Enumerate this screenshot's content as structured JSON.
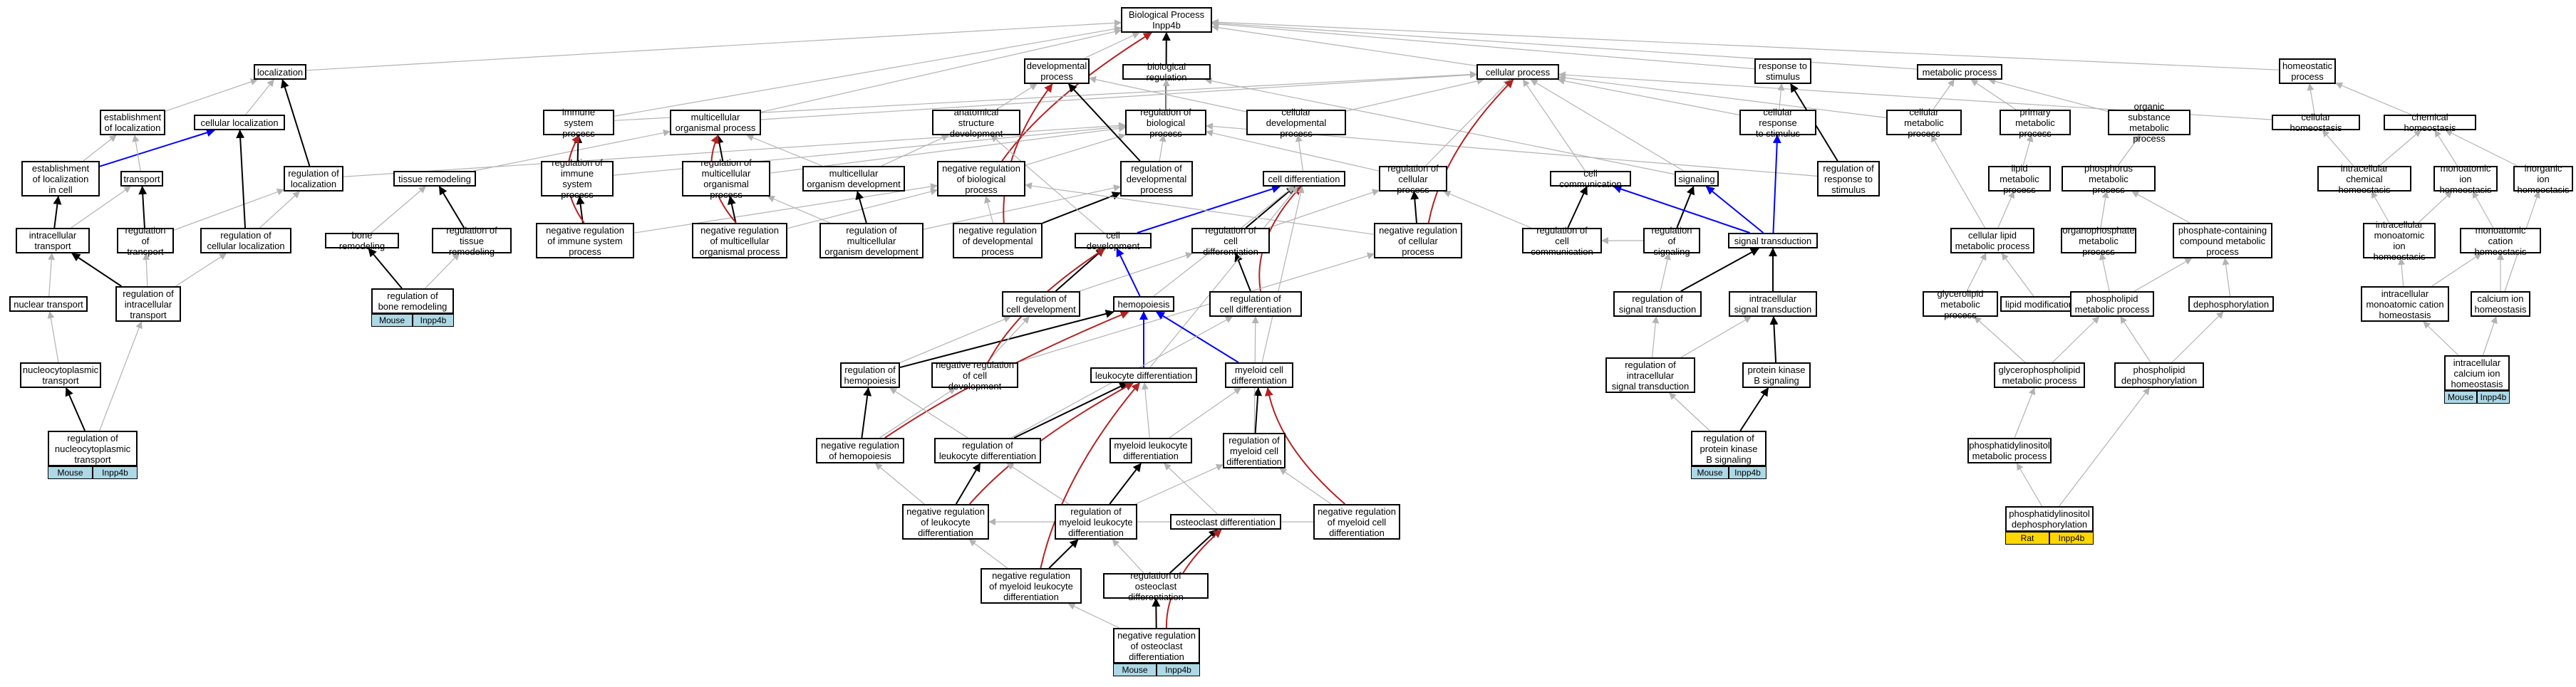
{
  "colors": {
    "gray": "#b3b3b3",
    "black": "#000000",
    "red": "#b22222",
    "blue": "#0000ff",
    "mouse": "#add8e6",
    "rat": "#ffd700"
  },
  "nodes": {
    "bp": "Biological Process\nInpp4b",
    "localization": "localization",
    "dev_proc": "developmental\nprocess",
    "bio_reg": "biological regulation",
    "cell_proc": "cellular process",
    "resp_stim": "response to\nstimulus",
    "metab": "metabolic process",
    "homeo": "homeostatic\nprocess",
    "est_loc": "establishment\nof localization",
    "cell_loc": "cellular localization",
    "imm_sys": "immune system\nprocess",
    "multi_org": "multicellular\norganismal process",
    "anat_dev": "anatomical structure\ndevelopment",
    "reg_bio": "regulation of\nbiological process",
    "cell_dev_proc": "cellular developmental\nprocess",
    "cell_resp": "cellular response\nto stimulus",
    "cell_metab": "cellular metabolic\nprocess",
    "prim_metab": "primary metabolic\nprocess",
    "org_sub": "organic substance\nmetabolic process",
    "cell_homeo": "cellular homeostasis",
    "chem_homeo": "chemical homeostasis",
    "est_loc_cell": "establishment\nof localization\nin cell",
    "transport": "transport",
    "reg_loc": "regulation of\nlocalization",
    "tissue_rem": "tissue remodeling",
    "reg_imm": "regulation of\nimmune system\nprocess",
    "reg_multi": "regulation of\nmulticellular\norganismal process",
    "multi_dev": "multicellular\norganism development",
    "neg_reg_bio": "negative regulation\nof biological\nprocess",
    "reg_dev": "regulation of\ndevelopmental\nprocess",
    "cell_diff": "cell differentiation",
    "reg_cell_proc": "regulation of\ncellular process",
    "cell_comm": "cell communication",
    "signaling": "signaling",
    "reg_resp": "regulation of\nresponse to\nstimulus",
    "lipid_metab": "lipid metabolic\nprocess",
    "phos_metab": "phosphorus metabolic\nprocess",
    "intra_chem": "intracellular\nchemical homeostasis",
    "mono_homeo": "monoatomic ion\nhomeostasis",
    "inorg_homeo": "inorganic ion\nhomeostasis",
    "intra_trans": "intracellular\ntransport",
    "reg_trans": "regulation of\ntransport",
    "reg_cell_loc": "regulation of\ncellular localization",
    "bone_rem": "bone remodeling",
    "reg_tissue": "regulation of\ntissue remodeling",
    "neg_reg_imm": "negative regulation\nof immune system\nprocess",
    "neg_reg_multi": "negative regulation\nof multicellular\norganismal process",
    "reg_multi_dev": "regulation of\nmulticellular\norganism development",
    "neg_reg_dev": "negative regulation\nof developmental\nprocess",
    "cell_devt": "cell development",
    "reg_cell_diff": "regulation of\ncell differentiation",
    "neg_reg_cell_proc": "negative regulation\nof cellular\nprocess",
    "reg_cell_comm": "regulation of\ncell communication",
    "reg_signaling": "regulation of\nsignaling",
    "sig_trans": "signal transduction",
    "cell_lipid": "cellular lipid\nmetabolic process",
    "organophos": "organophosphate\nmetabolic process",
    "phos_compound": "phosphate-containing\ncompound metabolic\nprocess",
    "intra_mono": "intracellular\nmonoatomic ion\nhomeostasis",
    "mono_cation": "monoatomic cation\nhomeostasis",
    "nuc_trans": "nuclear transport",
    "reg_intra_trans": "regulation of\nintracellular\ntransport",
    "reg_bone": "regulation of\nbone remodeling",
    "reg_cell_devt": "regulation of\ncell development",
    "hemo": "hemopoiesis",
    "reg_cell_diff2": "regulation of\ncell differentiation",
    "reg_sig_trans": "regulation of\nsignal transduction",
    "intra_sig": "intracellular\nsignal transduction",
    "glycerolipid": "glycerolipid\nmetabolic process",
    "lipid_mod": "lipid modification",
    "phospholipid": "phospholipid\nmetabolic process",
    "dephos": "dephosphorylation",
    "intra_mono_cat": "intracellular\nmonoatomic cation\nhomeostasis",
    "calcium": "calcium ion\nhomeostasis",
    "nucleocyto": "nucleocytoplasmic\ntransport",
    "reg_hemo": "regulation of\nhemopoiesis",
    "neg_reg_cell_dev": "negative regulation\nof cell development",
    "leuk_diff": "leukocyte differentiation",
    "myeloid_diff": "myeloid cell\ndifferentiation",
    "reg_intra_sig": "regulation of\nintracellular\nsignal transduction",
    "pkb": "protein kinase\nB signaling",
    "glycerophos": "glycerophospholipid\nmetabolic process",
    "phos_dephos": "phospholipid\ndephosphorylation",
    "intra_ca": "intracellular\ncalcium ion\nhomeostasis",
    "reg_nucleocyto": "regulation of\nnucleocytoplasmic\ntransport",
    "neg_reg_hemo": "negative regulation\nof hemopoiesis",
    "reg_leuk": "regulation of\nleukocyte differentiation",
    "myel_leuk": "myeloid leukocyte\ndifferentiation",
    "reg_myel": "regulation of\nmyeloid cell\ndifferentiation",
    "reg_pkb": "regulation of\nprotein kinase\nB signaling",
    "phosphatidylinositol": "phosphatidylinositol\nmetabolic process",
    "neg_reg_leuk": "negative regulation\nof leukocyte\ndifferentiation",
    "reg_myel_leuk": "regulation of\nmyeloid leukocyte\ndifferentiation",
    "osteo_diff": "osteoclast differentiation",
    "neg_reg_myel": "negative regulation\nof myeloid cell\ndifferentiation",
    "pi_dephos": "phosphatidylinositol\ndephosphorylation",
    "neg_reg_myel_leuk": "negative regulation\nof myeloid leukocyte\ndifferentiation",
    "reg_osteo": "regulation of\nosteoclast differentiation",
    "neg_reg_osteo": "negative regulation\nof osteoclast\ndifferentiation"
  },
  "tags": {
    "mouse": "Mouse",
    "rat": "Rat",
    "gene": "Inpp4b"
  }
}
